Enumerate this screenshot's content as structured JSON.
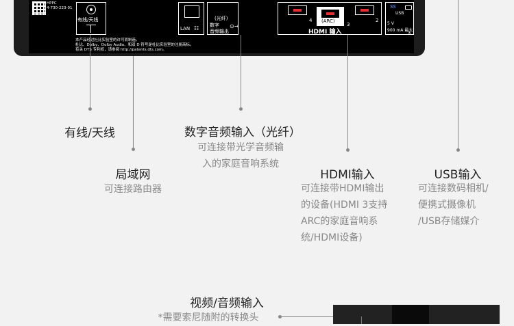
{
  "panel": {
    "model_text": "HPPC",
    "model_code": "4-730-223-01",
    "antenna_label": "有线/天线",
    "lan_label": "LAN",
    "optical_top": "(光纤)",
    "optical_l1": "数字",
    "optical_l2": "音频输出",
    "hdmi_nums": [
      "4",
      "3",
      "2"
    ],
    "arc_label": "(ARC)",
    "hdmi_label": "HDMI 输入",
    "usb_logo": "SS",
    "usb_label": "USB",
    "usb_spec": "5 V",
    "usb_spec2": "900 mA 最大",
    "usb_num": "3",
    "fine_print": [
      "本产品经过杜比实验室的许可而制造。",
      "杜比、Dolby、Dolby Audio、和双 D 符号是杜比实验室的注册商标。",
      "有关 DTS 专利权，请参阅 http://patents.dts.com。"
    ]
  },
  "labels": {
    "antenna_title": "有线/天线",
    "lan_title": "局域网",
    "lan_desc": "可连接路由器",
    "optical_title": "数字音频输入（光纤）",
    "optical_desc": [
      "可连接带光学音频输",
      "入的家庭音响系统"
    ],
    "hdmi_title": "HDMI输入",
    "hdmi_desc": [
      "可连接带HDMI输出",
      "的设备(HDMI 3支持",
      "ARC的家庭音响系",
      "统/HDMI设备)"
    ],
    "usb_title": "USB输入",
    "usb_desc": [
      "可连接数码相机/",
      "便携式摄像机",
      "/USB存储媒介"
    ],
    "av_title": "视频/音频输入",
    "av_desc": "*需要索尼随附的转换头"
  },
  "colors": {
    "hdmi_accent": "#e62e2e",
    "panel_bg": "#000000",
    "page_bg": "#f2f2f2"
  }
}
